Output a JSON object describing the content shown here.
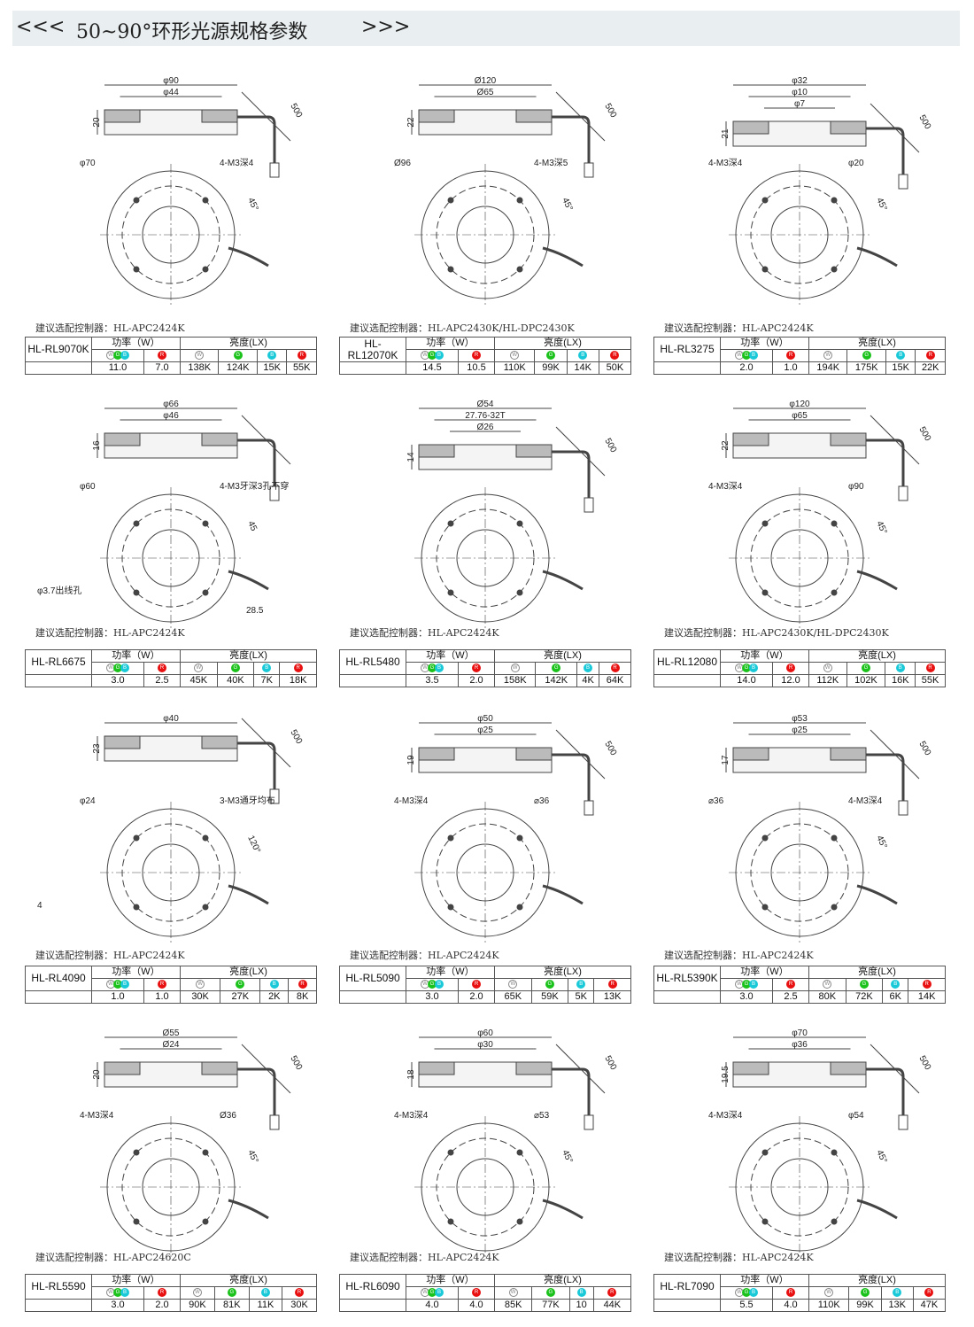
{
  "header": {
    "left": "<<<",
    "title": "50~90°环形光源规格参数",
    "right": ">>>"
  },
  "labels": {
    "controller_prefix": "建议选配控制器：",
    "power": "功率（W）",
    "lux": "亮度(LX)",
    "W": "W",
    "G": "G",
    "B": "B",
    "R": "R"
  },
  "colors": {
    "W": "#ffffff",
    "G": "#1bc21b",
    "B": "#19c9d8",
    "R": "#e81010",
    "header_bg": "#e9eef0"
  },
  "products": [
    {
      "model": "HL-RL9070K",
      "controller": "HL-APC2424K",
      "power": [
        "11.0",
        "7.0"
      ],
      "lux": [
        "138K",
        "124K",
        "15K",
        "55K"
      ],
      "side_dims": [
        "φ90",
        "φ44"
      ],
      "height": "20",
      "cable": "500",
      "plan_labels": [
        "φ70",
        "4-M3深4"
      ],
      "angle": "45°"
    },
    {
      "model": "HL-RL12070K",
      "controller": "HL-APC2430K/HL-DPC2430K",
      "power": [
        "14.5",
        "10.5"
      ],
      "lux": [
        "110K",
        "99K",
        "14K",
        "50K"
      ],
      "side_dims": [
        "Ø120",
        "Ø65"
      ],
      "height": "22",
      "cable": "500",
      "plan_labels": [
        "Ø96",
        "4-M3深5"
      ],
      "angle": "45°"
    },
    {
      "model": "HL-RL3275",
      "controller": "HL-APC2424K",
      "power": [
        "2.0",
        "1.0"
      ],
      "lux": [
        "194K",
        "175K",
        "15K",
        "22K"
      ],
      "side_dims": [
        "φ32",
        "φ10",
        "φ7"
      ],
      "height": "21",
      "cable": "500",
      "plan_labels": [
        "4-M3深4",
        "φ20"
      ],
      "angle": "45°"
    },
    {
      "model": "HL-RL6675",
      "controller": "HL-APC2424K",
      "power": [
        "3.0",
        "2.5"
      ],
      "lux": [
        "45K",
        "40K",
        "7K",
        "18K"
      ],
      "side_dims": [
        "φ66",
        "φ46"
      ],
      "height": "16",
      "cable": "",
      "plan_labels": [
        "φ60",
        "4-M3牙深3孔不穿",
        "φ3.7出线孔",
        "28.5"
      ],
      "angle": "45"
    },
    {
      "model": "HL-RL5480",
      "controller": "HL-APC2424K",
      "power": [
        "3.5",
        "2.0"
      ],
      "lux": [
        "158K",
        "142K",
        "4K",
        "64K"
      ],
      "side_dims": [
        "Ø54",
        "27.76-32T",
        "Ø26"
      ],
      "height": "14",
      "cable": "500",
      "plan_labels": [],
      "angle": ""
    },
    {
      "model": "HL-RL12080",
      "controller": "HL-APC2430K/HL-DPC2430K",
      "power": [
        "14.0",
        "12.0"
      ],
      "lux": [
        "112K",
        "102K",
        "16K",
        "55K"
      ],
      "side_dims": [
        "φ120",
        "φ65"
      ],
      "height": "22",
      "cable": "500",
      "plan_labels": [
        "4-M3深4",
        "φ90"
      ],
      "angle": "45°"
    },
    {
      "model": "HL-RL4090",
      "controller": "HL-APC2424K",
      "power": [
        "1.0",
        "1.0"
      ],
      "lux": [
        "30K",
        "27K",
        "2K",
        "8K"
      ],
      "side_dims": [
        "φ40"
      ],
      "height": "23",
      "cable": "500",
      "plan_labels": [
        "φ24",
        "3-M3通牙均布",
        "4"
      ],
      "angle": "120°"
    },
    {
      "model": "HL-RL5090",
      "controller": "HL-APC2424K",
      "power": [
        "3.0",
        "2.0"
      ],
      "lux": [
        "65K",
        "59K",
        "5K",
        "13K"
      ],
      "side_dims": [
        "φ50",
        "φ25"
      ],
      "height": "19",
      "cable": "500",
      "plan_labels": [
        "4-M3深4",
        "⌀36"
      ],
      "angle": ""
    },
    {
      "model": "HL-RL5390K",
      "controller": "HL-APC2424K",
      "power": [
        "3.0",
        "2.5"
      ],
      "lux": [
        "80K",
        "72K",
        "6K",
        "14K"
      ],
      "side_dims": [
        "φ53",
        "φ25"
      ],
      "height": "17",
      "cable": "500",
      "plan_labels": [
        "⌀36",
        "4-M3深4"
      ],
      "angle": "45°"
    },
    {
      "model": "HL-RL5590",
      "controller": "HL-APC24620C",
      "power": [
        "3.0",
        "2.0"
      ],
      "lux": [
        "90K",
        "81K",
        "11K",
        "30K"
      ],
      "side_dims": [
        "Ø55",
        "Ø24"
      ],
      "height": "20",
      "cable": "500",
      "plan_labels": [
        "4-M3深4",
        "Ø36"
      ],
      "angle": "45°"
    },
    {
      "model": "HL-RL6090",
      "controller": "HL-APC2424K",
      "power": [
        "4.0",
        "4.0"
      ],
      "lux": [
        "85K",
        "77K",
        "10",
        "44K"
      ],
      "side_dims": [
        "φ60",
        "φ30"
      ],
      "height": "18",
      "cable": "500",
      "plan_labels": [
        "4-M3深4",
        "⌀53"
      ],
      "angle": "45°"
    },
    {
      "model": "HL-RL7090",
      "controller": "HL-APC2424K",
      "power": [
        "5.5",
        "4.0"
      ],
      "lux": [
        "110K",
        "99K",
        "13K",
        "47K"
      ],
      "side_dims": [
        "φ70",
        "φ36"
      ],
      "height": "19.5",
      "cable": "500",
      "plan_labels": [
        "4-M3深4",
        "φ54"
      ],
      "angle": "45°"
    }
  ]
}
